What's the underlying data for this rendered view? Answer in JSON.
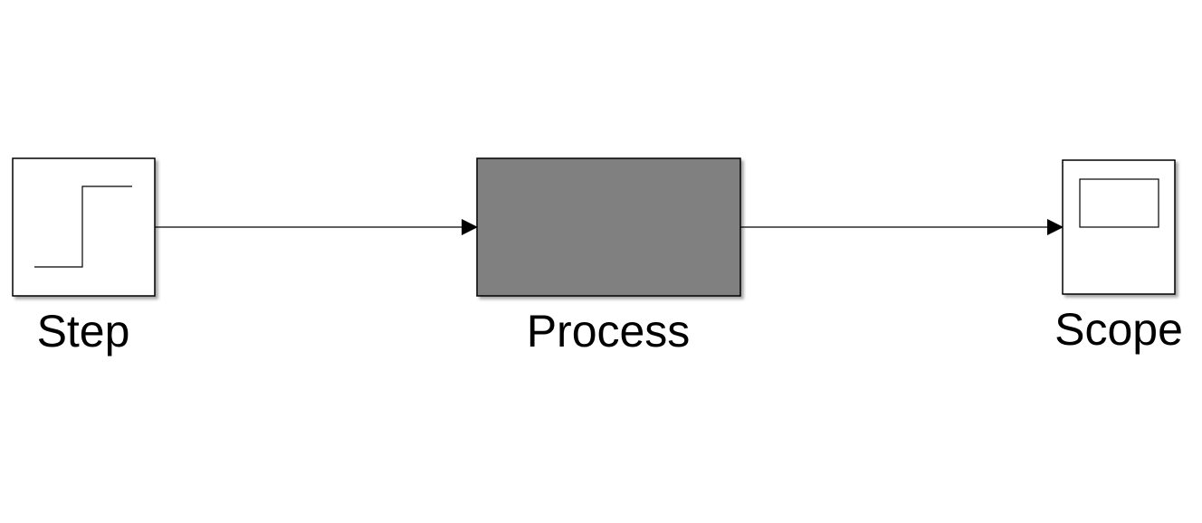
{
  "diagram": {
    "blocks": [
      {
        "id": "step",
        "label": "Step",
        "icon": "step-icon",
        "fill": "#ffffff"
      },
      {
        "id": "process",
        "label": "Process",
        "icon": "",
        "fill": "#808080"
      },
      {
        "id": "scope",
        "label": "Scope",
        "icon": "scope-icon",
        "fill": "#ffffff"
      }
    ],
    "connections": [
      {
        "from": "step",
        "to": "process"
      },
      {
        "from": "process",
        "to": "scope"
      }
    ],
    "colors": {
      "background": "#ffffff",
      "stroke": "#000000",
      "shadow": "#9a9a9a",
      "process_fill": "#808080"
    }
  }
}
